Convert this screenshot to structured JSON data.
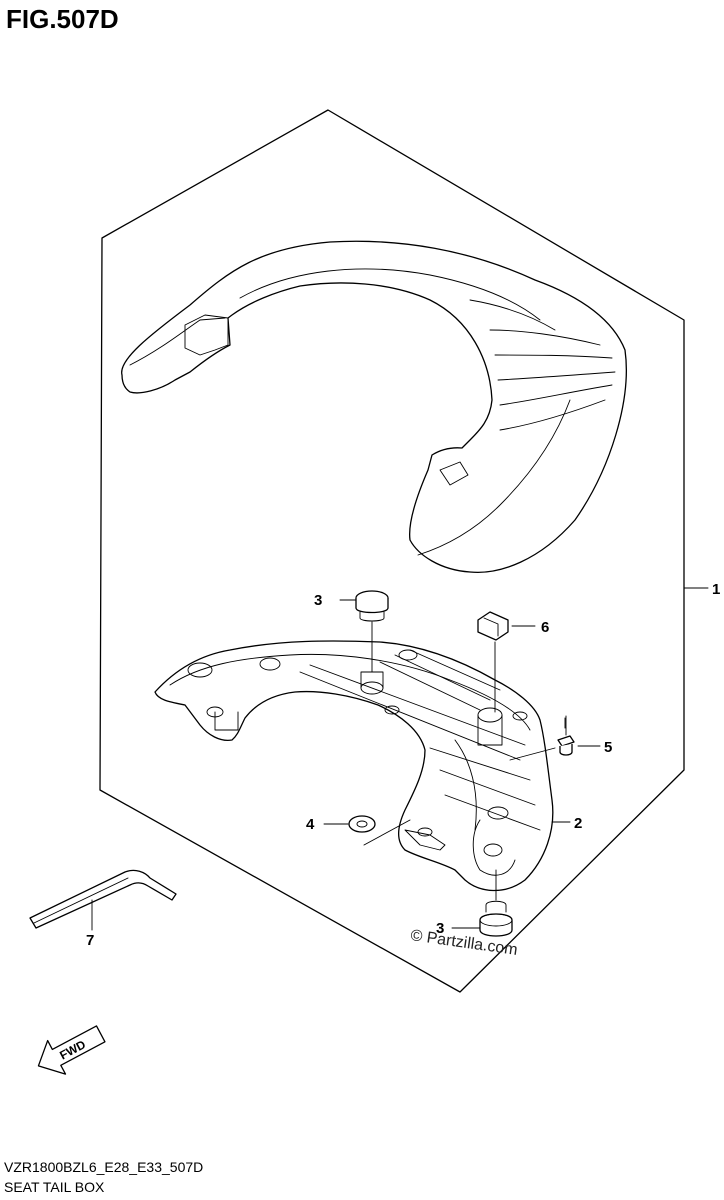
{
  "figure": {
    "title": "FIG.507D",
    "code": "VZR1800BZL6_E28_E33_507D",
    "name": "SEAT TAIL BOX",
    "watermark": "© Partzilla.com"
  },
  "callouts": [
    {
      "key": "seat-tail-box-assembly",
      "number": "1"
    },
    {
      "key": "bracket",
      "number": "2"
    },
    {
      "key": "cushion-top",
      "number": "3"
    },
    {
      "key": "grommet",
      "number": "4"
    },
    {
      "key": "bolt",
      "number": "5"
    },
    {
      "key": "clip-nut",
      "number": "6"
    },
    {
      "key": "hex-wrench",
      "number": "7"
    },
    {
      "key": "cushion-bottom",
      "number": "3"
    }
  ],
  "forward_arrow": {
    "label": "FWD",
    "icon": "fwd-arrow-icon"
  }
}
